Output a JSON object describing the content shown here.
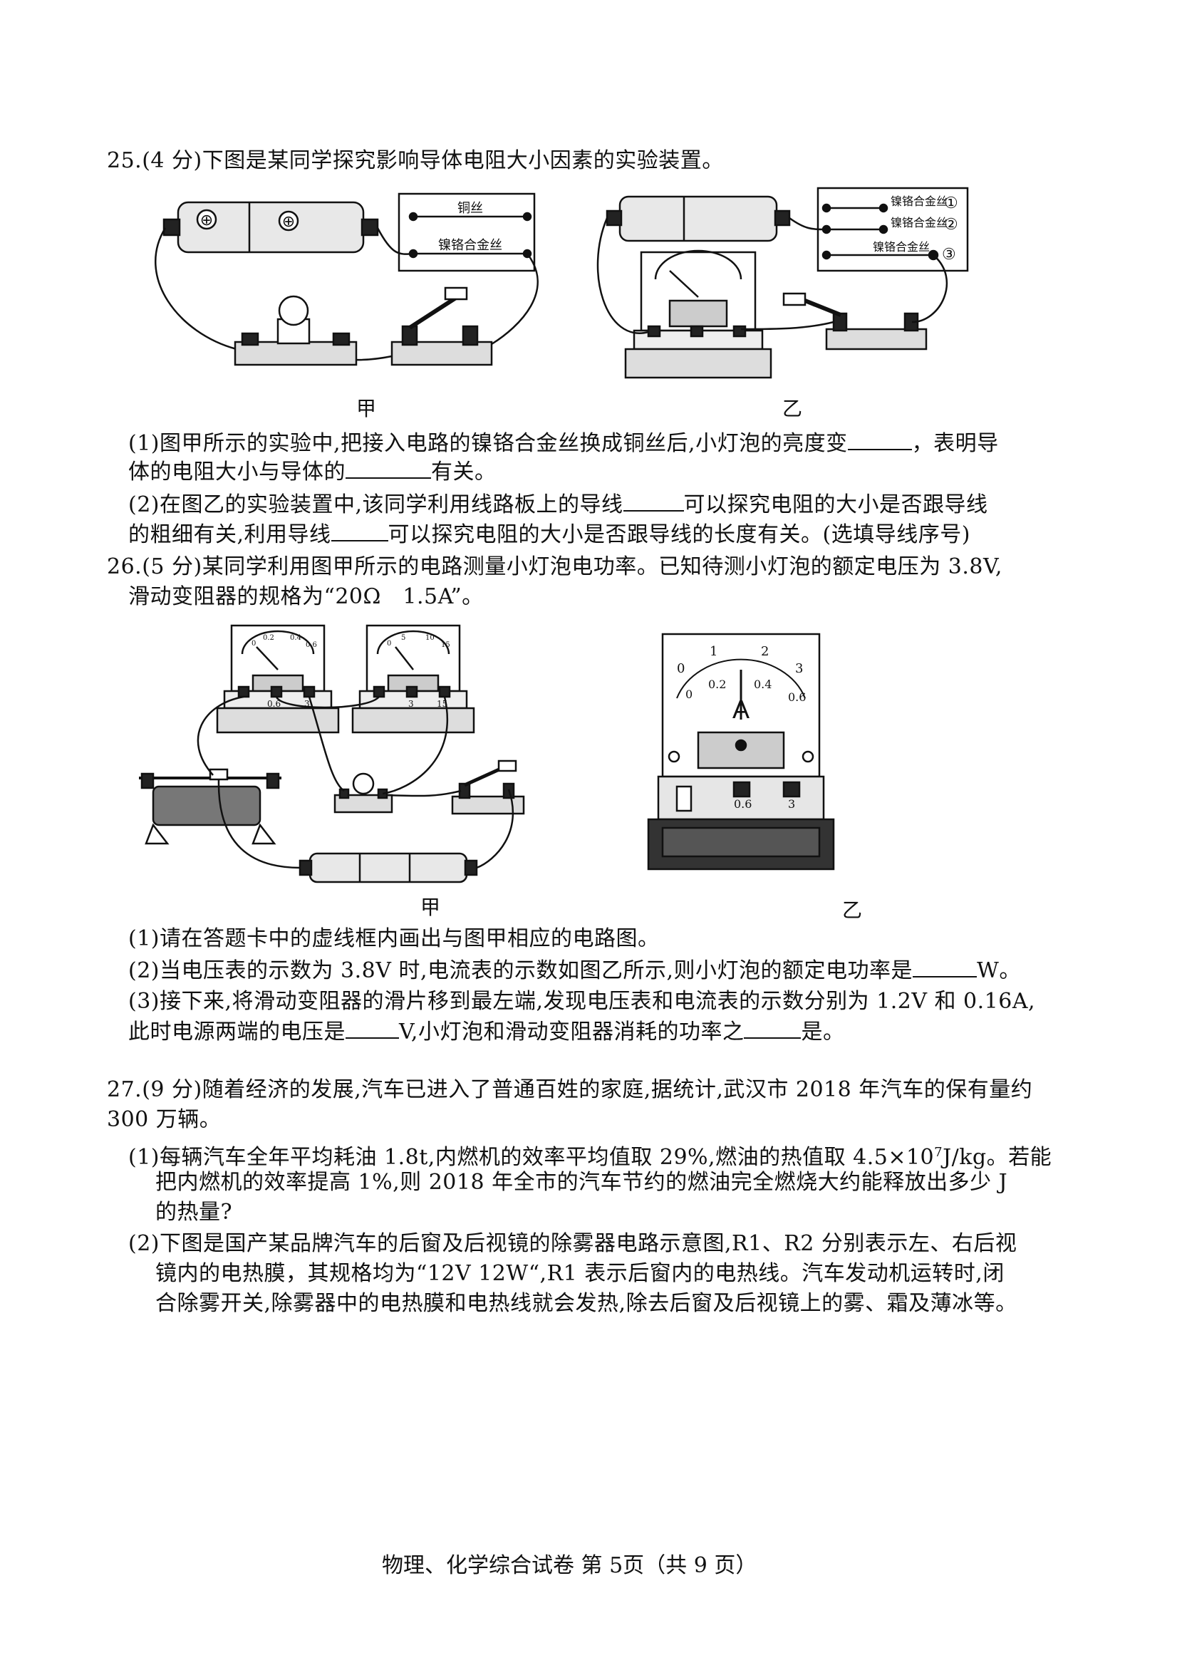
{
  "q25": {
    "header": "25.(4 分)下图是某同学探究影响导体电阻大小因素的实验装置。",
    "fig_a": {
      "wire1": "铜丝",
      "wire2": "镍铬合金丝",
      "caption": "甲"
    },
    "fig_b": {
      "wire1": "镍铬合金丝",
      "wire2": "镍铬合金丝",
      "wire3": "镍铬合金丝",
      "n1": "①",
      "n2": "②",
      "n3": "③",
      "caption": "乙"
    },
    "p1_a": "(1)图甲所示的实验中,把接入电路的镍铬合金丝换成铜丝后,小灯泡的亮度变",
    "p1_b": "，表明导",
    "p1_c": "体的电阻大小与导体的",
    "p1_d": "有关。",
    "p2_a": "(2)在图乙的实验装置中,该同学利用线路板上的导线",
    "p2_b": "可以探究电阻的大小是否跟导线",
    "p2_c": "的粗细有关,利用导线",
    "p2_d": "可以探究电阻的大小是否跟导线的长度有关。(选填导线序号)"
  },
  "q26": {
    "header": "26.(5 分)某同学利用图甲所示的电路测量小灯泡电功率。已知待测小灯泡的额定电压为 3.8V,",
    "header2": "滑动变阻器的规格为“20Ω　1.5A”。",
    "fig_a": {
      "ammeter_ticks": [
        "0",
        "0.2",
        "0.4",
        "0.6"
      ],
      "voltmeter_ticks": [
        "0",
        "5",
        "10",
        "15"
      ],
      "terminals_a": [
        "0.6",
        "3"
      ],
      "terminals_v": [
        "3",
        "15"
      ],
      "caption": "甲"
    },
    "fig_b": {
      "ticks_top": [
        "0",
        "1",
        "2",
        "3"
      ],
      "ticks_bottom": [
        "0",
        "0.2",
        "0.4",
        "0.6"
      ],
      "unit": "A",
      "terminals": [
        "0.6",
        "3"
      ],
      "caption": "乙"
    },
    "p1": "(1)请在答题卡中的虚线框内画出与图甲相应的电路图。",
    "p2_a": "(2)当电压表的示数为 3.8V 时,电流表的示数如图乙所示,则小灯泡的额定电功率是",
    "p2_b": "W。",
    "p3_a": "(3)接下来,将滑动变阻器的滑片移到最左端,发现电压表和电流表的示数分别为 1.2V 和 0.16A,",
    "p3_b": "此时电源两端的电压是",
    "p3_c": "V,小灯泡和滑动变阻器消耗的功率之",
    "p3_d": "是。"
  },
  "q27": {
    "header": "27.(9 分)随着经济的发展,汽车已进入了普通百姓的家庭,据统计,武汉市 2018 年汽车的保有量约",
    "header2": "300 万辆。",
    "p1_a": "(1)每辆汽车全年平均耗油 1.8t,内燃机的效率平均值取 29%,燃油的热值取 4.5×10",
    "p1_exp": "7",
    "p1_b": "J/kg。若能",
    "p1_c": "把内燃机的效率提高 1%,则 2018 年全市的汽车节约的燃油完全燃烧大约能释放出多少 J",
    "p1_d": "的热量?",
    "p2_a": "(2)下图是国产某品牌汽车的后窗及后视镜的除雾器电路示意图,R1、R2 分别表示左、右后视",
    "p2_b": "镜内的电热膜，其规格均为“12V 12W“,R1 表示后窗内的电热线。汽车发动机运转时,闭",
    "p2_c": "合除雾开关,除雾器中的电热膜和电热线就会发热,除去后窗及后视镜上的雾、霜及薄冰等。"
  },
  "footer": "物理、化学综合试卷  第 5页（共 9 页）"
}
